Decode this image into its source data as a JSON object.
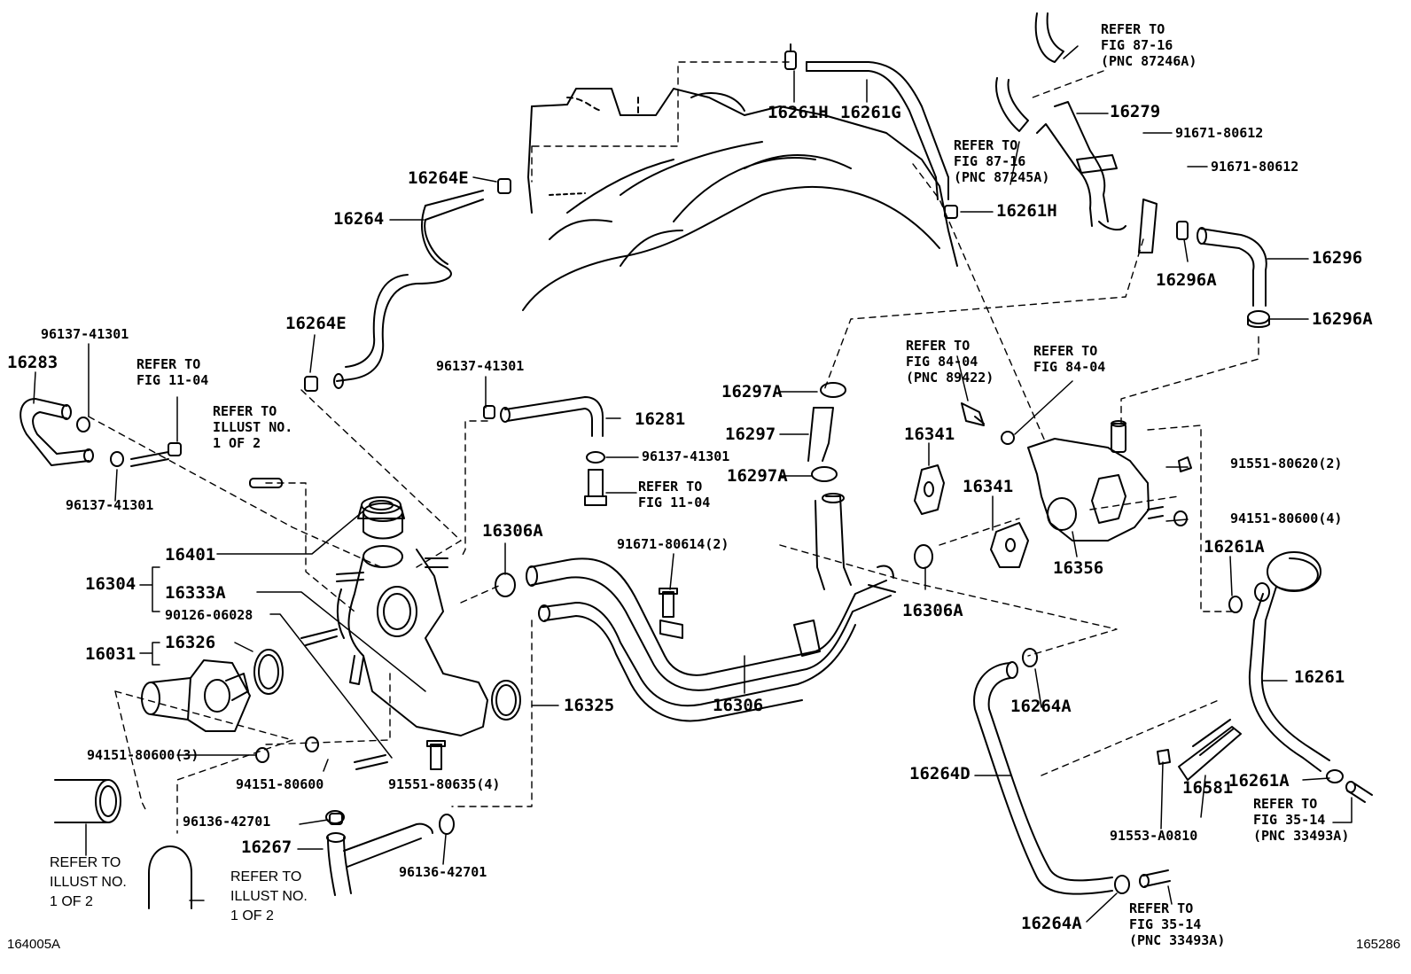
{
  "colors": {
    "line": "#000000",
    "background": "#ffffff"
  },
  "corner_codes": {
    "bottom_left": "164005A",
    "bottom_right": "165286"
  },
  "parts": {
    "p16261H_top": "16261H",
    "p16261G": "16261G",
    "p16279": "16279",
    "p91671_80612_a": "91671-80612",
    "p91671_80612_b": "91671-80612",
    "p16264E_top": "16264E",
    "p16264": "16264",
    "p16261H_mid": "16261H",
    "p16296": "16296",
    "p16296A_a": "16296A",
    "p16296A_b": "16296A",
    "p16264E_low": "16264E",
    "p96137_41301_a": "96137-41301",
    "p16283": "16283",
    "p96137_41301_b": "96137-41301",
    "p16281": "16281",
    "p96137_41301_c": "96137-41301",
    "p96137_41301_d": "96137-41301",
    "p16297A_a": "16297A",
    "p16297": "16297",
    "p16297A_b": "16297A",
    "p16341_a": "16341",
    "p16341_b": "16341",
    "p91551_80620": "91551-80620(2)",
    "p94151_80600_4": "94151-80600(4)",
    "p16356": "16356",
    "p16261A_a": "16261A",
    "p16306A_a": "16306A",
    "p91671_80614": "91671-80614(2)",
    "p16401": "16401",
    "p16304": "16304",
    "p16333A": "16333A",
    "p90126_06028": "90126-06028",
    "p16306A_b": "16306A",
    "p16031": "16031",
    "p16326": "16326",
    "p16325": "16325",
    "p16306": "16306",
    "p16264A_a": "16264A",
    "p16261": "16261",
    "p94151_80600_3": "94151-80600(3)",
    "p94151_80600": "94151-80600",
    "p91551_80635": "91551-80635(4)",
    "p16264D": "16264D",
    "p16581": "16581",
    "p16261A_b": "16261A",
    "p96136_42701_a": "96136-42701",
    "p16267": "16267",
    "p96136_42701_b": "96136-42701",
    "p91553_A0810": "91553-A0810",
    "p16264A_b": "16264A"
  },
  "notes": {
    "n_fig87_16_a": "REFER TO\nFIG 87-16\n(PNC 87246A)",
    "n_fig87_16_b": "REFER TO\nFIG 87-16\n(PNC 87245A)",
    "n_fig11_04_a": "REFER TO\nFIG 11-04",
    "n_illust_a": "REFER TO\nILLUST NO.\n1 OF 2",
    "n_fig84_04_a": "REFER TO\nFIG 84-04\n(PNC 89422)",
    "n_fig84_04_b": "REFER TO\nFIG 84-04",
    "n_fig11_04_b": "REFER TO\nFIG 11-04",
    "n_fig35_14_a": "REFER TO\nFIG 35-14\n(PNC 33493A)",
    "n_fig35_14_b": "REFER TO\nFIG 35-14\n(PNC 33493A)",
    "n_illust_b": "REFER TO\nILLUST NO.\n1 OF 2",
    "n_illust_c": "REFER TO\nILLUST NO.\n1 OF 2"
  }
}
